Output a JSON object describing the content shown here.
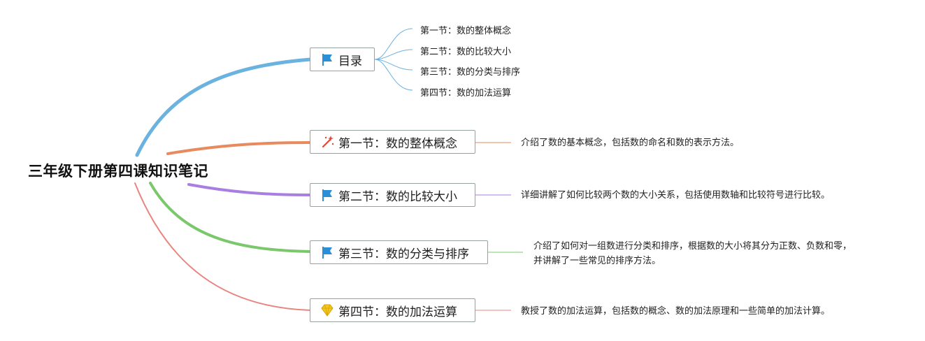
{
  "root": {
    "title": "三年级下册第四课知识笔记"
  },
  "colors": {
    "toc": "#6ab2e0",
    "section1": "#e88a5e",
    "section2": "#a97ee3",
    "section3": "#7bc86c",
    "section4": "#e88580",
    "flag": "#2a8fd6",
    "diamond": "#f3c623",
    "node_border": "#94a3a0"
  },
  "branches": [
    {
      "id": "toc",
      "label": "目录",
      "icon": "flag-icon",
      "children": [
        "第一节：数的整体概念",
        "第二节：数的比较大小",
        "第三节：数的分类与排序",
        "第四节：数的加法运算"
      ]
    },
    {
      "id": "section1",
      "label": "第一节：数的整体概念",
      "icon": "magic-wand-icon",
      "note": [
        "介绍了数的基本概念，包括数的命名和数的表示方法。"
      ]
    },
    {
      "id": "section2",
      "label": "第二节：数的比较大小",
      "icon": "flag-icon",
      "note": [
        "详细讲解了如何比较两个数的大小关系，包括使用数轴和比较符号进行比较。"
      ]
    },
    {
      "id": "section3",
      "label": "第三节：数的分类与排序",
      "icon": "flag-icon",
      "note": [
        "介绍了如何对一组数进行分类和排序，根据数的大小将其分为正数、负数和零，",
        "并讲解了一些常见的排序方法。"
      ]
    },
    {
      "id": "section4",
      "label": "第四节：数的加法运算",
      "icon": "diamond-icon",
      "note": [
        "教授了数的加法运算，包括数的概念、数的加法原理和一些简单的加法计算。"
      ]
    }
  ]
}
